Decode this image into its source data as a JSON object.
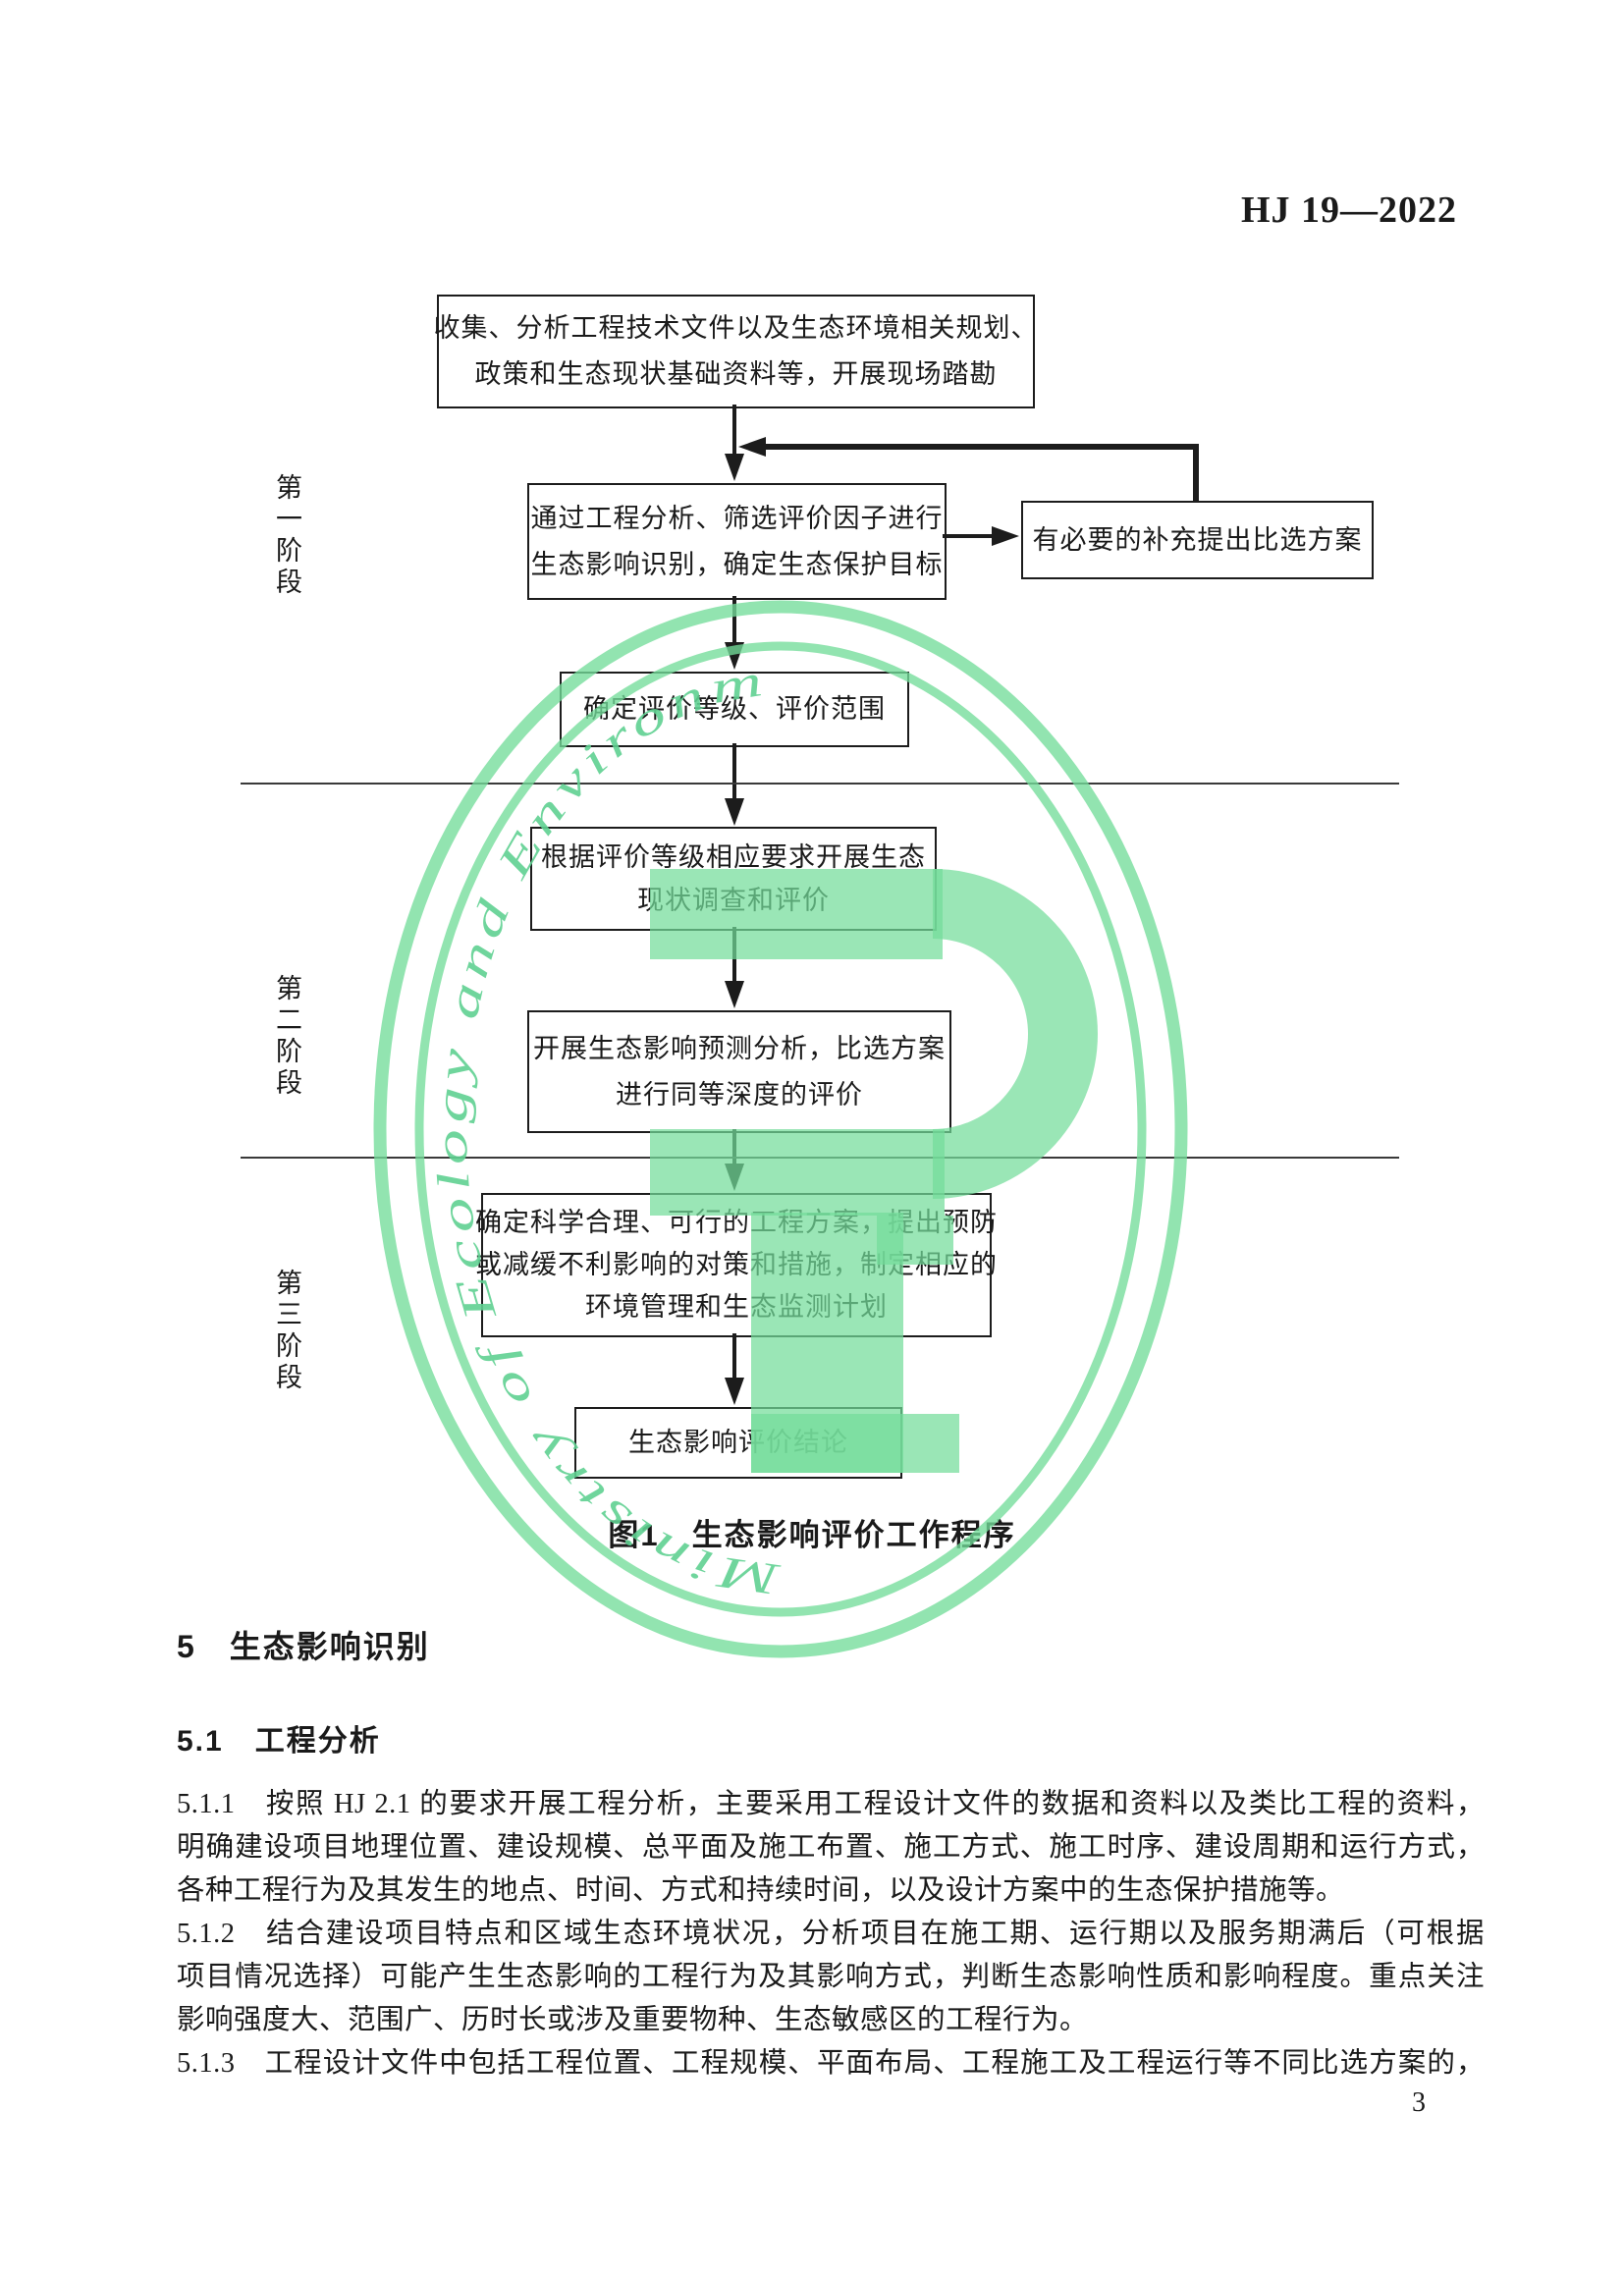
{
  "page": {
    "doc_code": "HJ 19—2022",
    "page_number": "3"
  },
  "flowchart": {
    "caption": "图1　生态影响评价工作程序",
    "stages": [
      "第一阶段",
      "第二阶段",
      "第三阶段"
    ],
    "boxes": {
      "collect": {
        "line1": "收集、分析工程技术文件以及生态环境相关规划、",
        "line2": "政策和生态现状基础资料等，开展现场踏勘"
      },
      "identify": {
        "line1": "通过工程分析、筛选评价因子进行",
        "line2": "生态影响识别，确定生态保护目标"
      },
      "supplement": {
        "line1": "有必要的补充提出比选方案"
      },
      "grade": {
        "line1": "确定评价等级、评价范围"
      },
      "survey": {
        "line1": "根据评价等级相应要求开展生态",
        "line2": "现状调查和评价"
      },
      "predict": {
        "line1": "开展生态影响预测分析，比选方案",
        "line2": "进行同等深度的评价"
      },
      "measures": {
        "line1": "确定科学合理、可行的工程方案，提出预防",
        "line2": "或减缓不利影响的对策和措施，制定相应的",
        "line3": "环境管理和生态监测计划"
      },
      "conclusion": {
        "line1": "生态影响评价结论"
      }
    }
  },
  "watermark": {
    "ring_text": "Ministry of Ecology and Environment",
    "color": "#73dc9a"
  },
  "sections": {
    "h5": "5　生态影响识别",
    "h51": "5.1　工程分析",
    "body_lines": [
      {
        "text": "5.1.1　按照 HJ 2.1 的要求开展工程分析，主要采用工程设计文件的数据和资料以及类比工程的资料，"
      },
      {
        "text": "明确建设项目地理位置、建设规模、总平面及施工布置、施工方式、施工时序、建设周期和运行方式，"
      },
      {
        "text": "各种工程行为及其发生的地点、时间、方式和持续时间，以及设计方案中的生态保护措施等。"
      },
      {
        "text": "5.1.2　结合建设项目特点和区域生态环境状况，分析项目在施工期、运行期以及服务期满后（可根据"
      },
      {
        "text": "项目情况选择）可能产生生态影响的工程行为及其影响方式，判断生态影响性质和影响程度。重点关注"
      },
      {
        "text": "影响强度大、范围广、历时长或涉及重要物种、生态敏感区的工程行为。"
      },
      {
        "text": "5.1.3　工程设计文件中包括工程位置、工程规模、平面布局、工程施工及工程运行等不同比选方案的，"
      }
    ]
  }
}
